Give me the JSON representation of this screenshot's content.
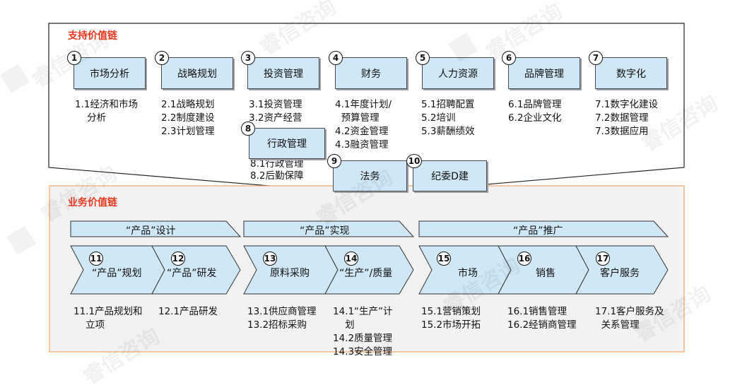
{
  "support": {
    "title": "支持价值链",
    "items": [
      {
        "num": "1",
        "label": "市场分析",
        "sub": "1.1经济和市场\n    分析"
      },
      {
        "num": "2",
        "label": "战略规划",
        "sub": "2.1战略规划\n2.2制度建设\n2.3计划管理"
      },
      {
        "num": "3",
        "label": "投资管理",
        "sub": "3.1投资管理\n3.2资产经营"
      },
      {
        "num": "4",
        "label": "财务",
        "sub": "4.1年度计划/\n  预算管理\n4.2资金管理\n4.3融资管理"
      },
      {
        "num": "5",
        "label": "人力资源",
        "sub": "5.1招聘配置\n5.2培训\n5.3薪酬绩效"
      },
      {
        "num": "6",
        "label": "品牌管理",
        "sub": "6.1品牌管理\n6.2企业文化"
      },
      {
        "num": "7",
        "label": "数字化",
        "sub": "7.1数字化建设\n7.2数据管理\n7.3数据应用"
      },
      {
        "num": "8",
        "label": "行政管理",
        "sub": "8.1行政管理\n8.2后勤保障"
      },
      {
        "num": "9",
        "label": "法务",
        "sub": ""
      },
      {
        "num": "10",
        "label": "纪委D建",
        "sub": ""
      }
    ]
  },
  "business": {
    "title": "业务价值链",
    "groups": [
      {
        "label": "“产品”设计"
      },
      {
        "label": "“产品”实现"
      },
      {
        "label": "“产品”推广"
      }
    ],
    "steps": [
      {
        "num": "11",
        "label": "“产品”规划",
        "sub": "11.1产品规划和\n    立项"
      },
      {
        "num": "12",
        "label": "“产品”研发",
        "sub": "12.1产品研发"
      },
      {
        "num": "13",
        "label": "原料采购",
        "sub": "13.1供应商管理\n13.2招标采购"
      },
      {
        "num": "14",
        "label": "“生产”/质量",
        "sub": "14.1“生产”计\n    划\n14.2质量管理\n14.3安全管理"
      },
      {
        "num": "15",
        "label": "市场",
        "sub": "15.1营销策划\n15.2市场开拓"
      },
      {
        "num": "16",
        "label": "销售",
        "sub": "16.1销售管理\n16.2经销商管理"
      },
      {
        "num": "17",
        "label": "客户服务",
        "sub": "17.1客户服务及\n  关系管理"
      }
    ]
  },
  "watermark": {
    "text": "睿信咨询"
  },
  "colors": {
    "box_fill": "#cfe7f7",
    "title_red": "#e8381e",
    "business_border": "#f0a46a",
    "business_bg": "#f2f2f2"
  }
}
